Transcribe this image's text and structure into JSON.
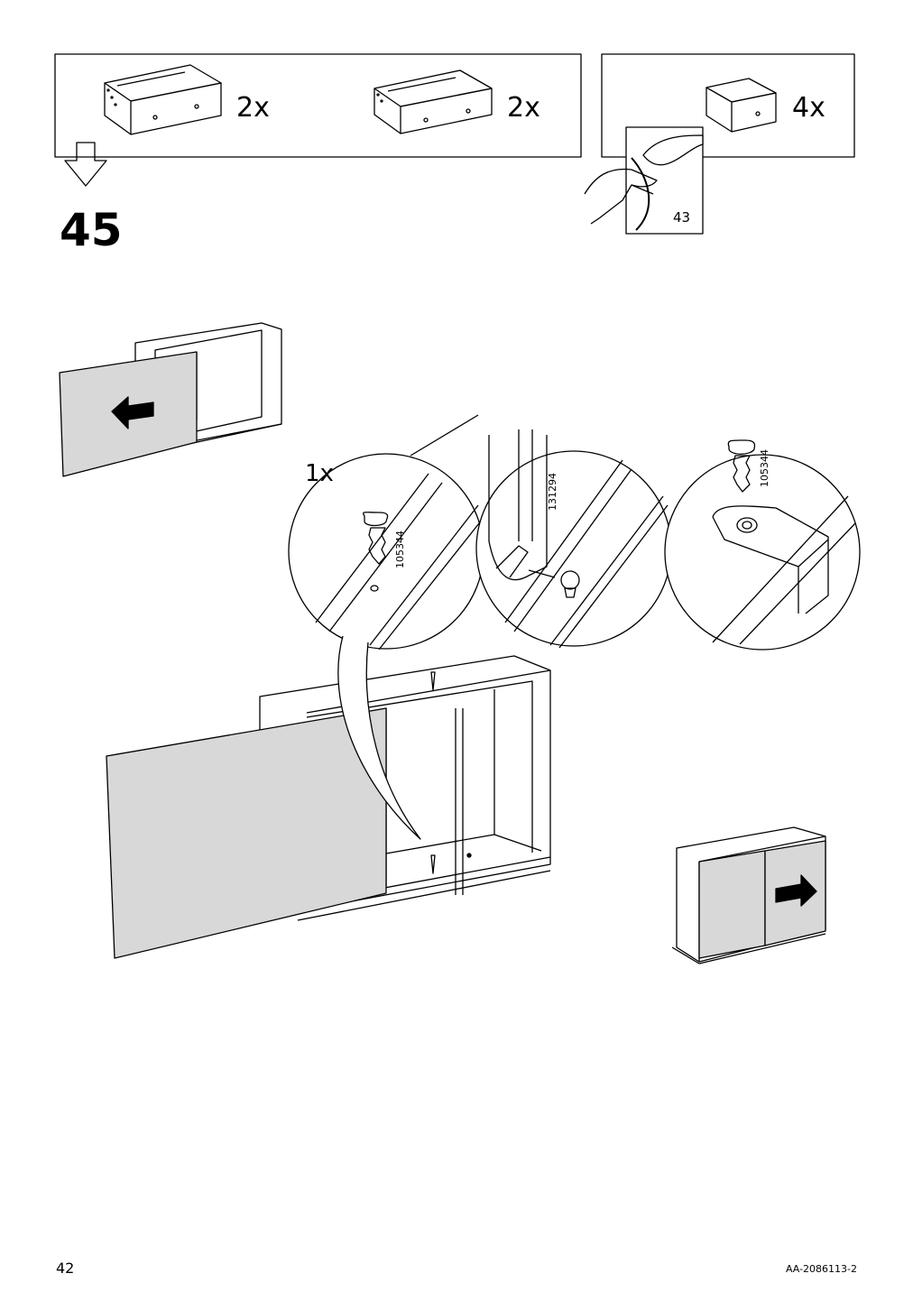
{
  "header": {
    "panel_left": {
      "items": [
        {
          "part": "drawer-large",
          "quantity": "2x"
        },
        {
          "part": "drawer-medium",
          "quantity": "2x"
        }
      ]
    },
    "panel_right": {
      "items": [
        {
          "part": "drawer-small",
          "quantity": "4x"
        }
      ],
      "see_page": "43"
    }
  },
  "step": {
    "number": "45"
  },
  "details": {
    "screw_quantity": "1x",
    "screw_left_code": "105344",
    "guide_code": "131294",
    "screw_right_code": "105344"
  },
  "footer": {
    "page_number": "42",
    "doc_code": "AA-2086113-2"
  }
}
